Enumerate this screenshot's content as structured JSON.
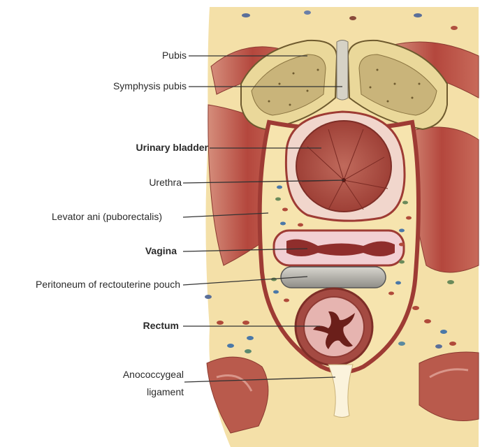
{
  "labels": {
    "pubis": "Pubis",
    "symphysis_pubis": "Symphysis pubis",
    "urinary_bladder": "Urinary bladder",
    "urethra": "Urethra",
    "levator_ani": "Levator ani (puborectalis)",
    "vagina": "Vagina",
    "peritoneum": "Peritoneum of rectouterine pouch",
    "rectum": "Rectum",
    "anococcygeal_line1": "Anococcygeal",
    "anococcygeal_line2": "ligament"
  },
  "colors": {
    "fat": "#f3dfa6",
    "bone": "#e9d79a",
    "muscle": "#b5493f",
    "muscle_light": "#cf7d6a",
    "organ_wall": "#9e3b34",
    "mucosa": "#ecc9bf",
    "peritoneum": "#b9b7b0",
    "leader": "#333333"
  }
}
